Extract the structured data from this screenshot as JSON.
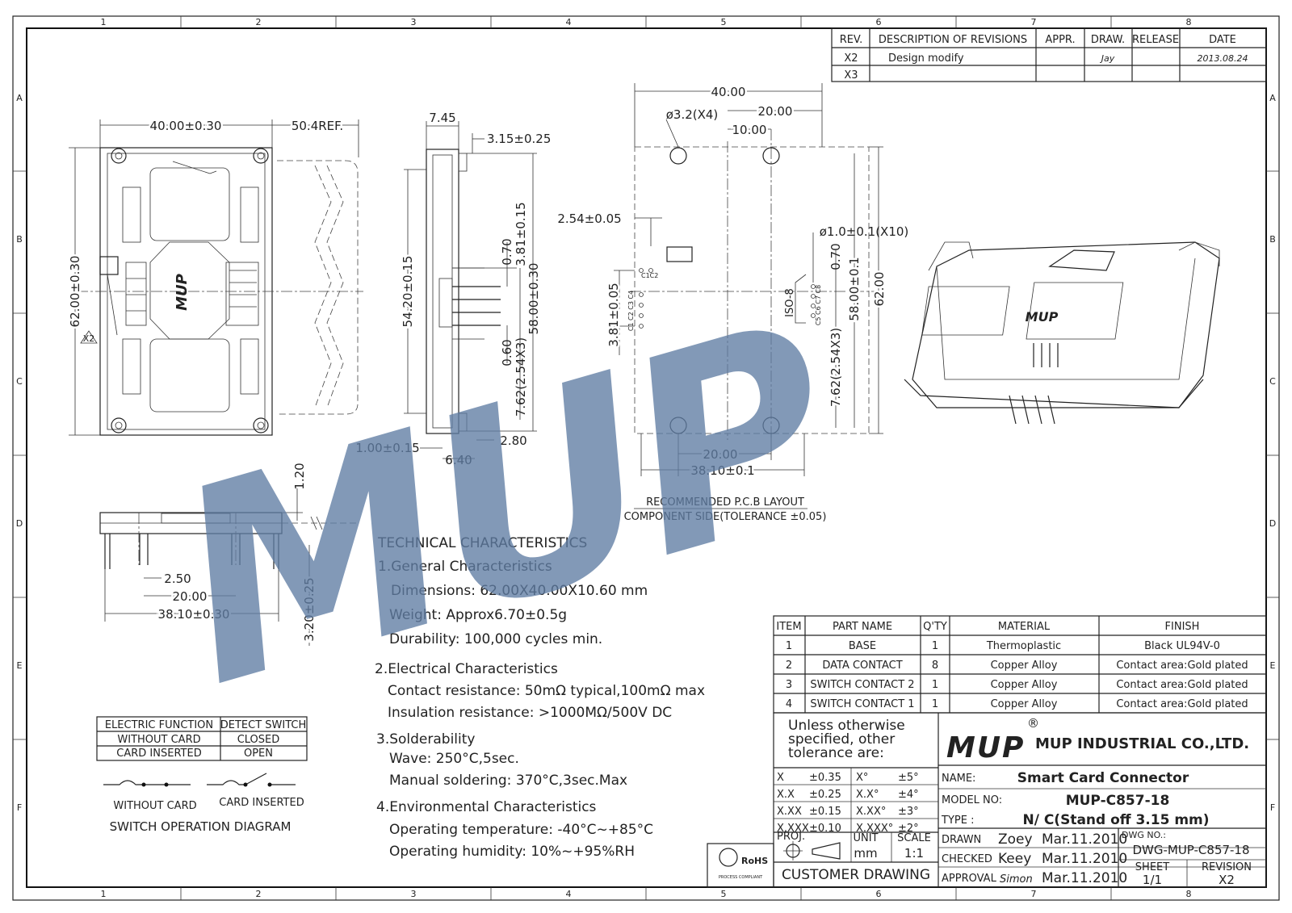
{
  "border": {
    "col_labels": [
      "1",
      "2",
      "3",
      "4",
      "5",
      "6",
      "7",
      "8"
    ],
    "row_labels": [
      "A",
      "B",
      "C",
      "D",
      "E",
      "F"
    ]
  },
  "revisions": {
    "headers": [
      "REV.",
      "DESCRIPTION OF REVISIONS",
      "APPR.",
      "DRAW.",
      "RELEASE",
      "DATE"
    ],
    "rows": [
      {
        "rev": "X2",
        "desc": "Design modify",
        "appr": "",
        "draw": "Jay",
        "release": "",
        "date": "2013.08.24"
      },
      {
        "rev": "X3",
        "desc": "",
        "appr": "",
        "draw": "",
        "release": "",
        "date": ""
      }
    ]
  },
  "front_view": {
    "dim_width": "40.00±0.30",
    "dim_ref": "50.4REF.",
    "dim_height": "62.00±0.30",
    "marker": "X2"
  },
  "side_view": {
    "d1": "7.45",
    "d2": "3.15±0.25",
    "d3": "54.20±0.15",
    "d4": "0.70",
    "d5": "3.81±0.15",
    "d6": "58.00±0.30",
    "d7": "0.60",
    "d8": "7.62(2.54X3)",
    "d9": "1.00±0.15",
    "d10": "2.80",
    "d11": "6.40"
  },
  "pcb_layout": {
    "d_top": "40.00",
    "d_hole": "ø3.2(X4)",
    "d_20": "20.00",
    "d_10": "10.00",
    "d_254": "2.54±0.05",
    "d_pin": "ø1.0±0.1(X10)",
    "d_070": "0.70",
    "d_58": "58.00±0.1",
    "d_62": "62.00",
    "d_381": "3.81±0.05",
    "d_762": "7.62(2.54X3)",
    "d_bot20": "20.00",
    "d_3810": "38.10±0.1",
    "iso": "ISO-8",
    "pin_a": "C1C2",
    "pin_b": "C1 C2 C3 C4",
    "pin_c": "C5 C6 C7 C8",
    "caption1": "RECOMMENDED P.C.B LAYOUT",
    "caption2": "COMPONENT SIDE(TOLERANCE ±0.05)"
  },
  "bottom_view": {
    "d_120": "1.20",
    "d_250": "2.50",
    "d_20": "20.00",
    "d_3810": "38.10±0.30",
    "d_320": "3.20±0.25"
  },
  "tech": {
    "title": "TECHNICAL CHARACTERISTICS",
    "lines": [
      "1.General Characteristics",
      "Dimensions: 62.00X40.00X10.60  mm",
      "Weight: Approx6.70±0.5g",
      "Durability: 100,000  cycles min.",
      "2.Electrical Characteristics",
      "Contact resistance: 50mΩ typical,100mΩ max",
      "Insulation resistance: >1000MΩ/500V DC",
      "3.Solderability",
      "Wave: 250°C,5sec.",
      "Manual soldering: 370°C,3sec.Max",
      "4.Environmental Characteristics",
      "Operating temperature: -40°C~+85°C",
      "Operating humidity: 10%~+95%RH"
    ]
  },
  "switch_table": {
    "headers": [
      "ELECTRIC FUNCTION",
      "DETECT SWITCH"
    ],
    "rows": [
      [
        "WITHOUT CARD",
        "CLOSED"
      ],
      [
        "CARD INSERTED",
        "OPEN"
      ]
    ],
    "label_a": "WITHOUT CARD",
    "label_b": "CARD INSERTED",
    "caption": "SWITCH OPERATION DIAGRAM"
  },
  "bom": {
    "headers": [
      "ITEM",
      "PART NAME",
      "Q'TY",
      "MATERIAL",
      "FINISH"
    ],
    "rows": [
      [
        "1",
        "BASE",
        "1",
        "Thermoplastic",
        "Black UL94V-0"
      ],
      [
        "2",
        "DATA CONTACT",
        "8",
        "Copper Alloy",
        "Contact area:Gold plated"
      ],
      [
        "3",
        "SWITCH CONTACT 2",
        "1",
        "Copper Alloy",
        "Contact area:Gold plated"
      ],
      [
        "4",
        "SWITCH CONTACT 1",
        "1",
        "Copper Alloy",
        "Contact area:Gold plated"
      ]
    ]
  },
  "title_block": {
    "tol_note": [
      "Unless otherwise",
      "specified, other",
      "tolerance are:"
    ],
    "tol": [
      [
        "X",
        "±0.35",
        "X°",
        "±5°"
      ],
      [
        "X.X",
        "±0.25",
        "X.X°",
        "±4°"
      ],
      [
        "X.XX",
        "±0.15",
        "X.XX°",
        "±3°"
      ],
      [
        "X.XXX",
        "±0.10",
        "X.XXX°",
        "±2°"
      ]
    ],
    "logo": "MUP",
    "registered": "®",
    "company": "MUP INDUSTRIAL CO.,LTD.",
    "name_label": "NAME:",
    "name": "Smart Card Connector",
    "model_label": "MODEL NO:",
    "model": "MUP-C857-18",
    "type_label": "TYPE :",
    "type": "N/ C(Stand off 3.15 mm)",
    "proj": "PROJ.",
    "unit_label": "UNIT",
    "unit": "mm",
    "scale_label": "SCALE",
    "scale": "1:1",
    "customer": "CUSTOMER  DRAWING",
    "rohs": "RoHS",
    "rohs_sub": "PROCESS COMPLIANT",
    "drawn_label": "DRAWN",
    "drawn_by": "Zoey",
    "drawn_date": "Mar.11.2010",
    "checked_label": "CHECKED",
    "checked_by": "Keey",
    "checked_date": "Mar.11.2010",
    "approval_label": "APPROVAL",
    "approval_by": "Simon",
    "approval_date": "Mar.11.2010",
    "dwg_label": "DWG NO.:",
    "dwg": "DWG-MUP-C857-18",
    "sheet_label": "SHEET",
    "sheet": "1/1",
    "rev_label": "REVISION",
    "rev": "X2"
  },
  "watermark": "MUP"
}
